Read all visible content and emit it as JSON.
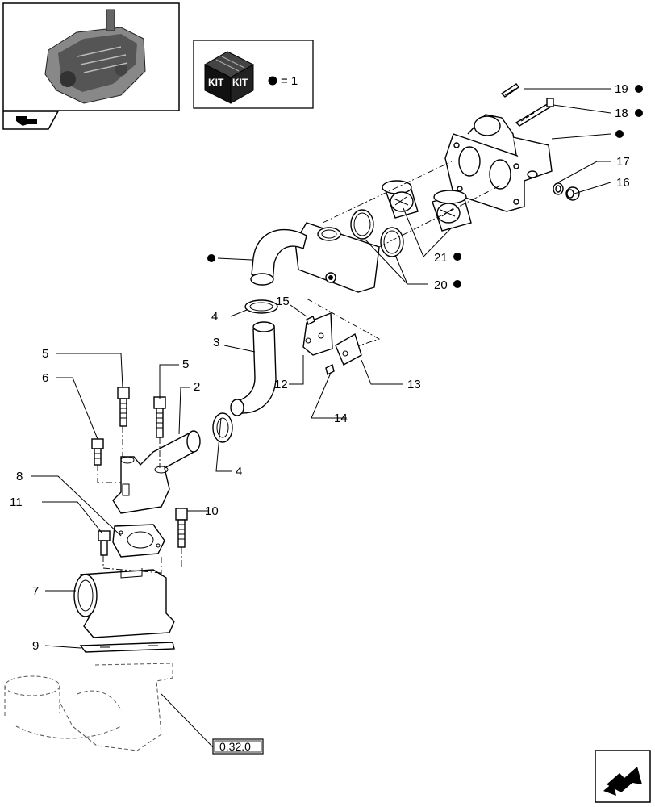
{
  "kit_legend": {
    "kit_word_left": "KIT",
    "kit_word_right": "KIT",
    "equals_text": "= 1"
  },
  "reference": {
    "section": "0.32.0"
  },
  "callouts": {
    "c2": "2",
    "c3": "3",
    "c4a": "4",
    "c4b": "4",
    "c5a": "5",
    "c5b": "5",
    "c6": "6",
    "c7": "7",
    "c8": "8",
    "c9": "9",
    "c10": "10",
    "c11": "11",
    "c12": "12",
    "c13": "13",
    "c14": "14",
    "c15": "15",
    "c16": "16",
    "c17": "17",
    "c18": "18",
    "c19": "19",
    "c20": "20",
    "c21": "21"
  },
  "colors": {
    "line": "#000000",
    "background": "#ffffff",
    "kit_dot": "#000000"
  },
  "icons": [
    "engine-thumbnail",
    "kit-box-icon",
    "kit-dot-icon",
    "prev-page-arrow-icon",
    "next-page-arrow-icon"
  ]
}
